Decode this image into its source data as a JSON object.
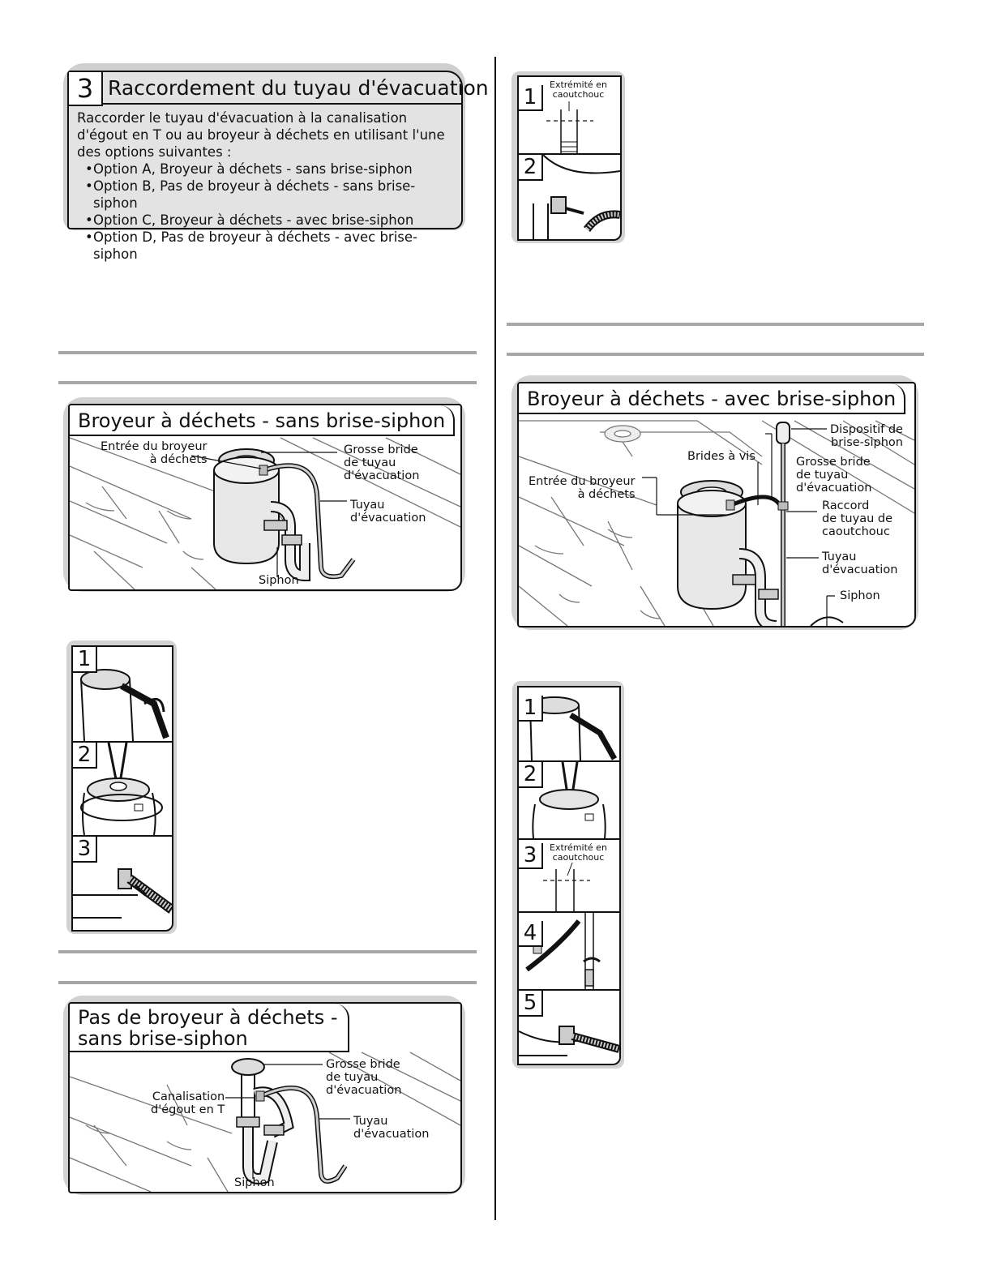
{
  "step3": {
    "number": "3",
    "title": "Raccordement du tuyau d'évacuation",
    "intro": "Raccorder le tuyau d'évacuation à la canalisation d'égout en T ou au broyeur à déchets en utilisant l'une des options suivantes :",
    "options": [
      "Option A, Broyeur à déchets - sans brise-siphon",
      "Option B, Pas de broyeur à déchets - sans brise-siphon",
      "Option C, Broyeur à déchets - avec brise-siphon",
      "Option D, Pas de broyeur à déchets - avec brise-siphon"
    ]
  },
  "figA": {
    "title": "Broyeur à déchets - sans brise-siphon",
    "labels": {
      "inlet": "Entrée du broyeur\nà déchets",
      "clamp": "Grosse bride\nde tuyau\nd'évacuation",
      "hose": "Tuyau\nd'évacuation",
      "trap": "Siphon"
    }
  },
  "stripA": {
    "steps": [
      "1",
      "2",
      "3"
    ]
  },
  "figB": {
    "title": "Pas de broyeur à déchets -\nsans brise-siphon",
    "labels": {
      "tee": "Canalisation\nd'égout en T",
      "clamp": "Grosse bride\nde tuyau\nd'évacuation",
      "hose": "Tuyau\nd'évacuation",
      "trap": "Siphon"
    }
  },
  "stripTop": {
    "steps": [
      "1",
      "2"
    ],
    "rubber_end": "Extrémité en\ncaoutchouc"
  },
  "figC": {
    "title": "Broyeur à déchets - avec brise-siphon",
    "labels": {
      "airgap": "Dispositif de\nbrise-siphon",
      "screw_clamps": "Brides à vis",
      "inlet": "Entrée du broyeur\nà déchets",
      "clamp": "Grosse bride\nde tuyau\nd'évacuation",
      "connector": "Raccord\nde tuyau de\ncaoutchouc",
      "hose": "Tuyau\nd'évacuation",
      "trap": "Siphon"
    }
  },
  "stripC": {
    "steps": [
      "1",
      "2",
      "3",
      "4",
      "5"
    ],
    "rubber_end": "Extrémité en\ncaoutchouc"
  },
  "colors": {
    "panel_gray": "#e3e3e3",
    "shadow_gray": "#d2d2d2",
    "rule_gray": "#a7a7a7",
    "ink": "#111111"
  }
}
